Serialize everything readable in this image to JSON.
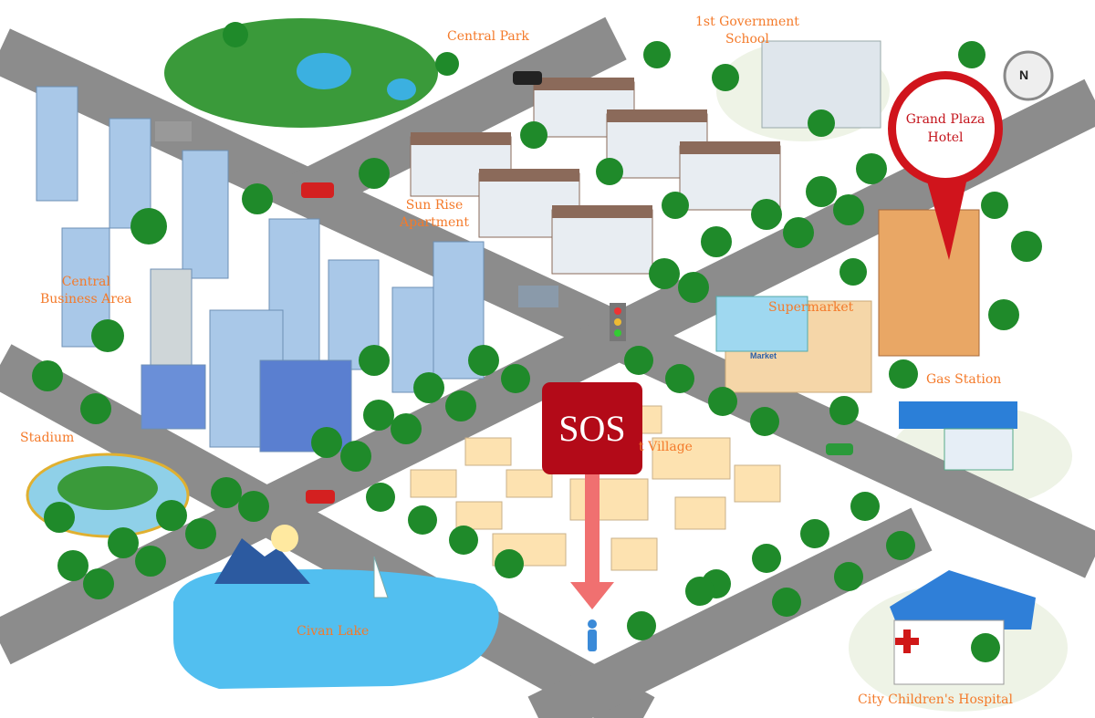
{
  "labels": {
    "central_park": "Central Park",
    "school": "1st Government\nSchool",
    "hotel": "Grand Plaza\nHotel",
    "apartment": "Sun Rise\nApartment",
    "business": "Central\nBusiness Area",
    "supermarket": "Supermarket",
    "market_sign": "Market",
    "gas_station": "Gas Station",
    "stadium": "Stadium",
    "village": "t Village",
    "lake": "Civan Lake",
    "hospital": "City Children's Hospital",
    "sos": "SOS",
    "compass": "N"
  },
  "colors": {
    "label": "#f47a2a",
    "pin": "#d0141c",
    "sos": "#b30a18",
    "road": "#8c8c8c",
    "tree": "#1f8a2a"
  }
}
